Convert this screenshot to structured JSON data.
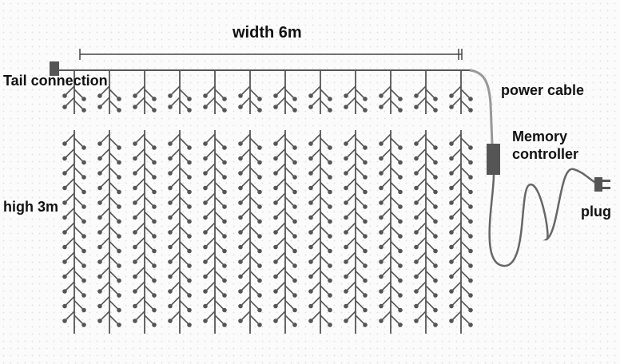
{
  "labels": {
    "width": "width 6m",
    "tail": "Tail connection",
    "power": "power cable",
    "memory_line1": "Memory",
    "memory_line2": "controller",
    "height": "high 3m",
    "plug": "plug"
  },
  "colors": {
    "wire": "#555555",
    "bulb": "#555555",
    "controller": "#555555",
    "cable": "#999999",
    "cable_dark": "#666666",
    "text": "#111111"
  },
  "icons": [
    "tail-connector-icon",
    "memory-controller-icon",
    "plug-icon"
  ]
}
